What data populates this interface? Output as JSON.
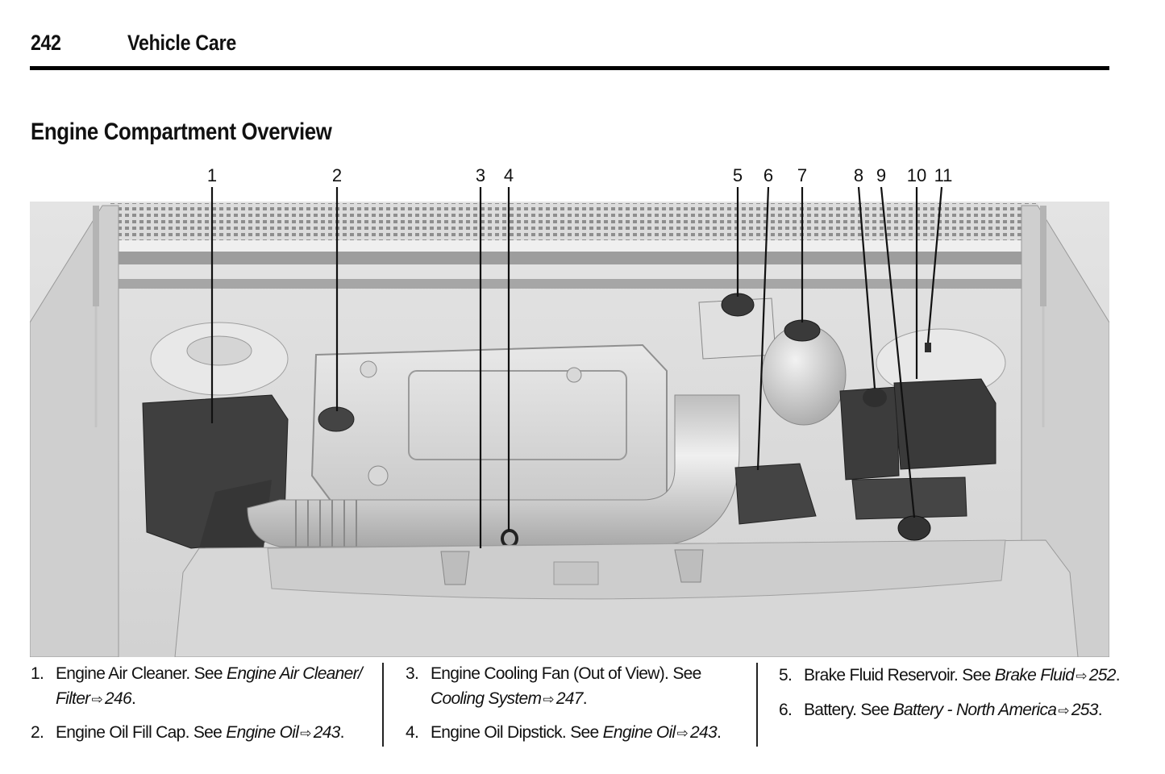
{
  "header": {
    "page_number": "242",
    "chapter": "Vehicle Care"
  },
  "section": {
    "title": "Engine Compartment Overview"
  },
  "figure": {
    "callouts": [
      "1",
      "2",
      "3",
      "4",
      "5",
      "6",
      "7",
      "8",
      "9",
      "10",
      "11"
    ]
  },
  "legend": {
    "columns": [
      [
        {
          "num": "1.",
          "text": "Engine Air Cleaner. See ",
          "ref": "Engine Air Cleaner/ Filter",
          "arrow": "⇨",
          "page": "246",
          "end": "."
        },
        {
          "num": "2.",
          "text": "Engine Oil Fill Cap. See ",
          "ref": "Engine Oil",
          "arrow": "⇨",
          "page": "243",
          "end": "."
        }
      ],
      [
        {
          "num": "3.",
          "text": "Engine Cooling Fan (Out of View). See ",
          "ref": "Cooling System",
          "arrow": "⇨",
          "page": "247",
          "end": "."
        },
        {
          "num": "4.",
          "text": "Engine Oil Dipstick. See ",
          "ref": "Engine Oil",
          "arrow": "⇨",
          "page": "243",
          "end": "."
        }
      ],
      [
        {
          "num": "5.",
          "text": "Brake Fluid Reservoir. See ",
          "ref": "Brake Fluid",
          "arrow": "⇨",
          "page": "252",
          "end": "."
        },
        {
          "num": "6.",
          "text": "Battery. See ",
          "ref": "Battery - North America",
          "arrow": "⇨",
          "page": "253",
          "end": "."
        }
      ]
    ]
  }
}
